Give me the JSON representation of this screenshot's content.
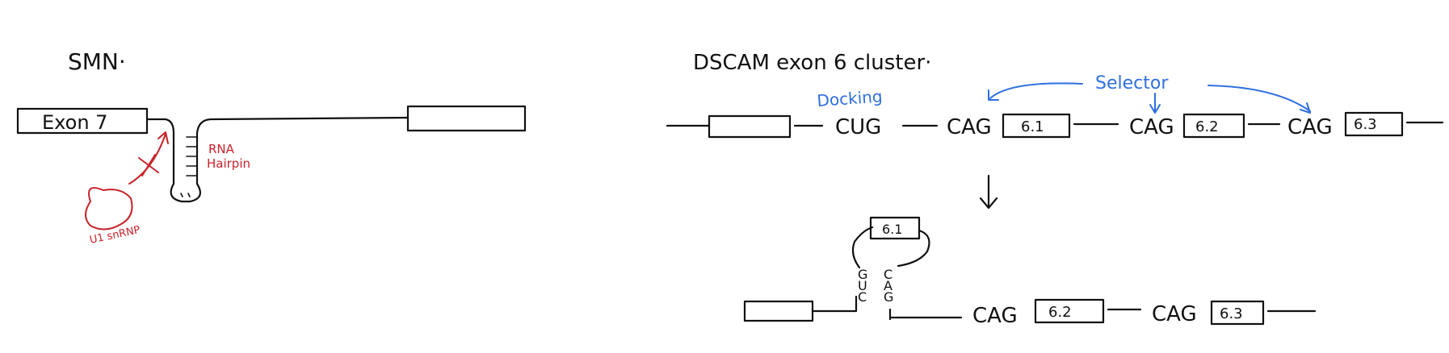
{
  "colors": {
    "ink": "#111111",
    "red": "#c8222a",
    "blue": "#2f6fe0"
  },
  "smn": {
    "title": "SMN·",
    "exon_label": "Exon 7",
    "hairpin_label_line1": "RNA",
    "hairpin_label_line2": "Hairpin",
    "snrnp_label": "U1 snRNP"
  },
  "dscam": {
    "title": "DSCAM exon 6 cluster·",
    "docking_label": "Docking",
    "selector_label": "Selector",
    "top_row": {
      "cug": "CUG",
      "cag1": "CAG",
      "exon1": "6.1",
      "cag2": "CAG",
      "exon2": "6.2",
      "cag3": "CAG",
      "exon3": "6.3"
    },
    "bottom_row": {
      "loop_exon": "6.1",
      "stem_left": [
        "G",
        "U",
        "C"
      ],
      "stem_right": [
        "C",
        "A",
        "G"
      ],
      "cag2": "CAG",
      "exon2": "6.2",
      "cag3": "CAG",
      "exon3": "6.3"
    }
  }
}
